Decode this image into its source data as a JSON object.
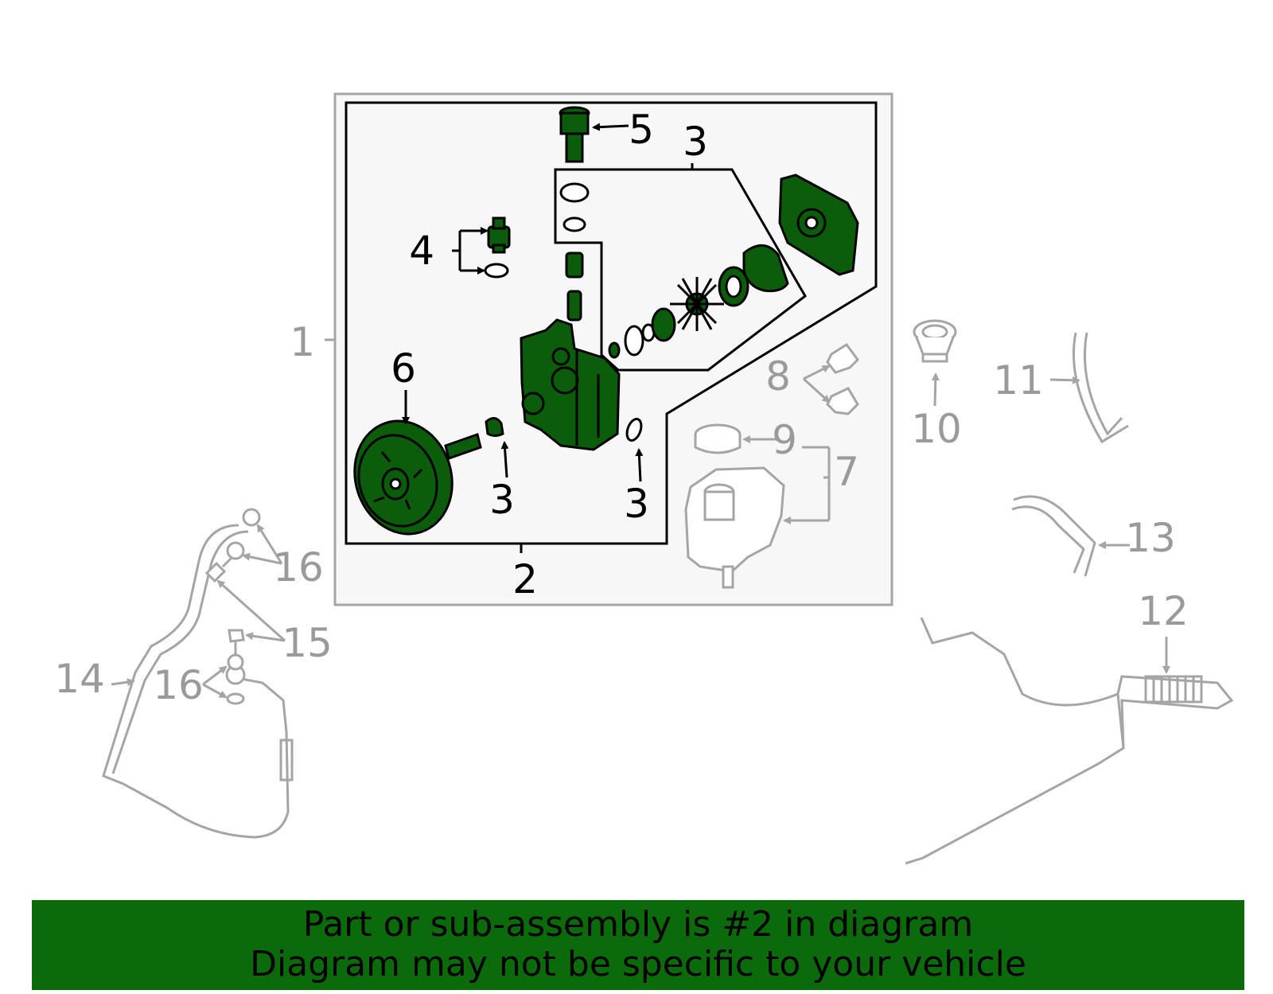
{
  "callouts": {
    "c1": "1",
    "c2": "2",
    "c3a": "3",
    "c3b": "3",
    "c3c": "3",
    "c4": "4",
    "c5": "5",
    "c6": "6",
    "c7": "7",
    "c8": "8",
    "c9": "9",
    "c10": "10",
    "c11": "11",
    "c12": "12",
    "c13": "13",
    "c14": "14",
    "c15": "15",
    "c16a": "16",
    "c16b": "16"
  },
  "banner": {
    "line1": "Part or sub-assembly is #2 in diagram",
    "line2": "Diagram may not be specific to your vehicle"
  },
  "colors": {
    "highlight": "#0b5d0b",
    "banner": "#0b6b0b",
    "gray_part": "#a5a5a5",
    "panel": "#f7f7f7"
  }
}
